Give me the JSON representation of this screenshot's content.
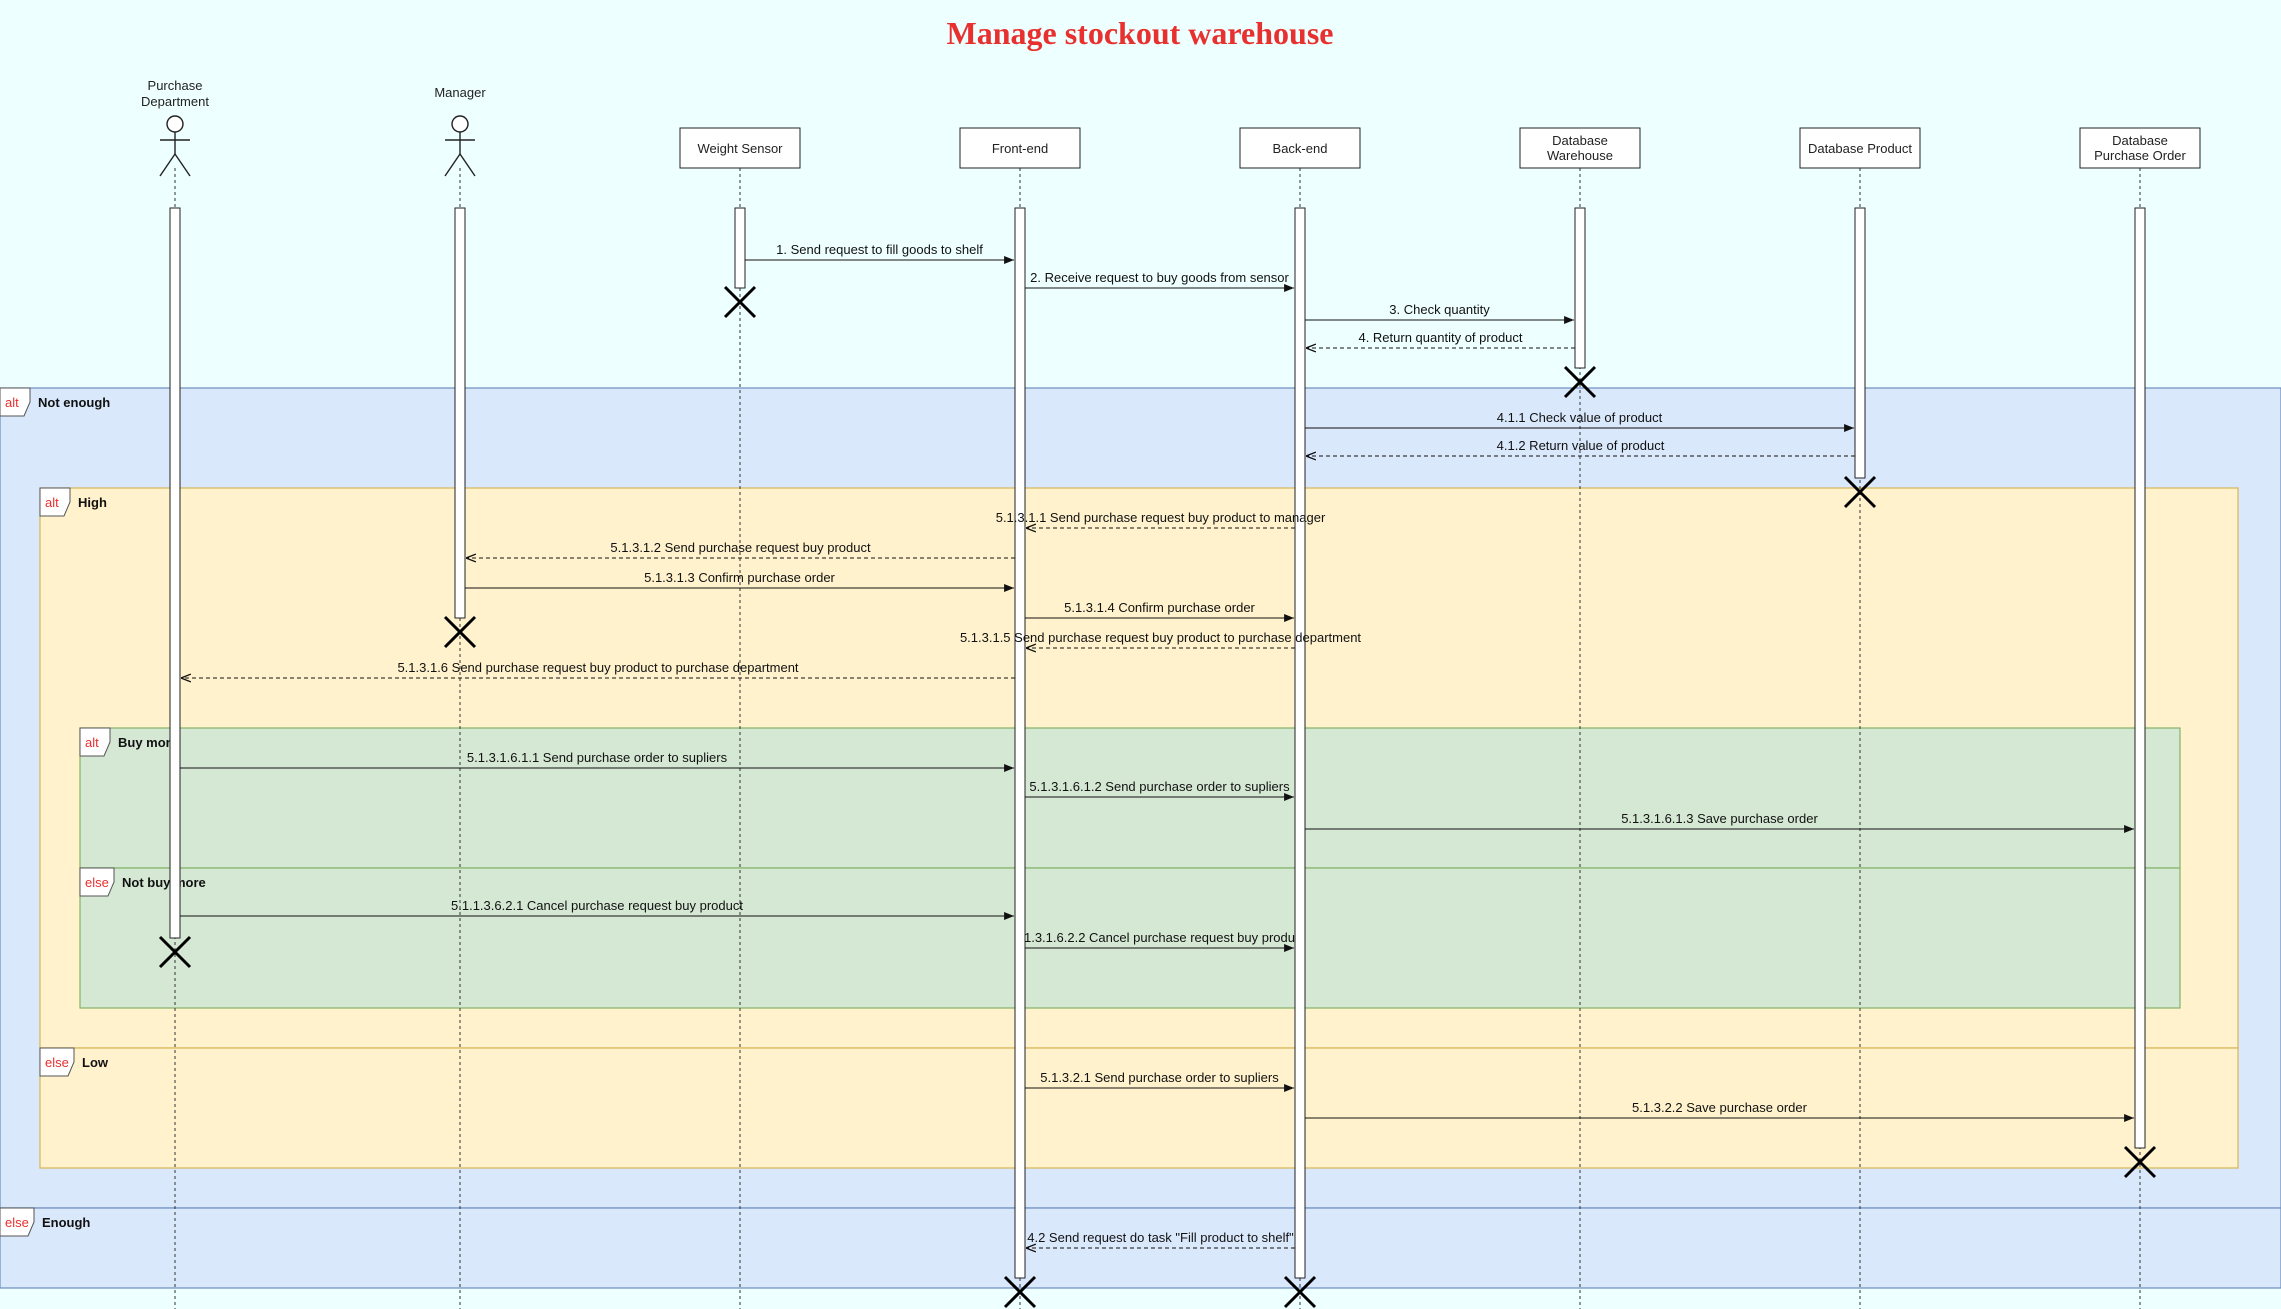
{
  "title": "Manage stockout warehouse",
  "colors": {
    "title": "#e8302e",
    "tag": "#e8302e",
    "background": "#eeffff"
  },
  "participants": [
    {
      "id": "pd",
      "kind": "actor",
      "lines": [
        "Purchase",
        "Department"
      ]
    },
    {
      "id": "mgr",
      "kind": "actor",
      "lines": [
        "Manager"
      ]
    },
    {
      "id": "ws",
      "kind": "box",
      "lines": [
        "Weight Sensor"
      ]
    },
    {
      "id": "fe",
      "kind": "box",
      "lines": [
        "Front-end"
      ]
    },
    {
      "id": "be",
      "kind": "box",
      "lines": [
        "Back-end"
      ]
    },
    {
      "id": "dbw",
      "kind": "box",
      "lines": [
        "Database",
        "Warehouse"
      ]
    },
    {
      "id": "dbp",
      "kind": "box",
      "lines": [
        "Database Product"
      ]
    },
    {
      "id": "dbpo",
      "kind": "box",
      "lines": [
        "Database",
        "Purchase Order"
      ]
    }
  ],
  "fragments": [
    {
      "id": "outer-alt",
      "tag": "alt",
      "sections": [
        {
          "tag": "alt",
          "name": "Not enough"
        },
        {
          "tag": "else",
          "name": "Enough"
        }
      ]
    },
    {
      "id": "inner-alt",
      "tag": "alt",
      "sections": [
        {
          "tag": "alt",
          "name": "High"
        },
        {
          "tag": "else",
          "name": "Low"
        }
      ]
    },
    {
      "id": "buy-alt",
      "tag": "alt",
      "sections": [
        {
          "tag": "alt",
          "name": "Buy more"
        },
        {
          "tag": "else",
          "name": "Not buy more"
        }
      ]
    }
  ],
  "messages": [
    {
      "text": "1. Send request to fill goods to shelf",
      "from": "ws",
      "to": "fe",
      "type": "sync"
    },
    {
      "text": "2. Receive request to buy goods from sensor",
      "from": "fe",
      "to": "be",
      "type": "sync"
    },
    {
      "text": "3. Check quantity",
      "from": "be",
      "to": "dbw",
      "type": "sync"
    },
    {
      "text": "4. Return quantity of product",
      "from": "dbw",
      "to": "be",
      "type": "reply"
    },
    {
      "text": "4.1.1 Check value of product",
      "from": "be",
      "to": "dbp",
      "type": "sync"
    },
    {
      "text": "4.1.2 Return value of product",
      "from": "dbp",
      "to": "be",
      "type": "reply"
    },
    {
      "text": "5.1.3.1.1 Send purchase request buy product to manager",
      "from": "be",
      "to": "fe",
      "type": "reply"
    },
    {
      "text": "5.1.3.1.2 Send purchase request buy product",
      "from": "fe",
      "to": "mgr",
      "type": "reply"
    },
    {
      "text": "5.1.3.1.3 Confirm purchase order",
      "from": "mgr",
      "to": "fe",
      "type": "sync"
    },
    {
      "text": "5.1.3.1.4 Confirm purchase order",
      "from": "fe",
      "to": "be",
      "type": "sync"
    },
    {
      "text": "5.1.3.1.5 Send purchase request buy product to purchase department",
      "from": "be",
      "to": "fe",
      "type": "reply"
    },
    {
      "text": "5.1.3.1.6 Send purchase request buy product to purchase department",
      "from": "fe",
      "to": "pd",
      "type": "reply"
    },
    {
      "text": "5.1.3.1.6.1.1 Send purchase order to supliers",
      "from": "pd",
      "to": "fe",
      "type": "sync"
    },
    {
      "text": "5.1.3.1.6.1.2 Send purchase order to supliers",
      "from": "fe",
      "to": "be",
      "type": "sync"
    },
    {
      "text": "5.1.3.1.6.1.3 Save purchase order",
      "from": "be",
      "to": "dbpo",
      "type": "sync"
    },
    {
      "text": "5.1.1.3.6.2.1 Cancel purchase request buy product",
      "from": "pd",
      "to": "fe",
      "type": "sync"
    },
    {
      "text": "1.3.1.6.2.2 Cancel purchase request buy produ",
      "from": "fe",
      "to": "be",
      "type": "sync"
    },
    {
      "text": "5.1.3.2.1 Send purchase order to supliers",
      "from": "fe",
      "to": "be",
      "type": "sync"
    },
    {
      "text": "5.1.3.2.2 Save purchase order",
      "from": "be",
      "to": "dbpo",
      "type": "sync"
    },
    {
      "text": "4.2 Send request do task \"Fill product to shelf\"",
      "from": "be",
      "to": "fe",
      "type": "reply"
    }
  ]
}
